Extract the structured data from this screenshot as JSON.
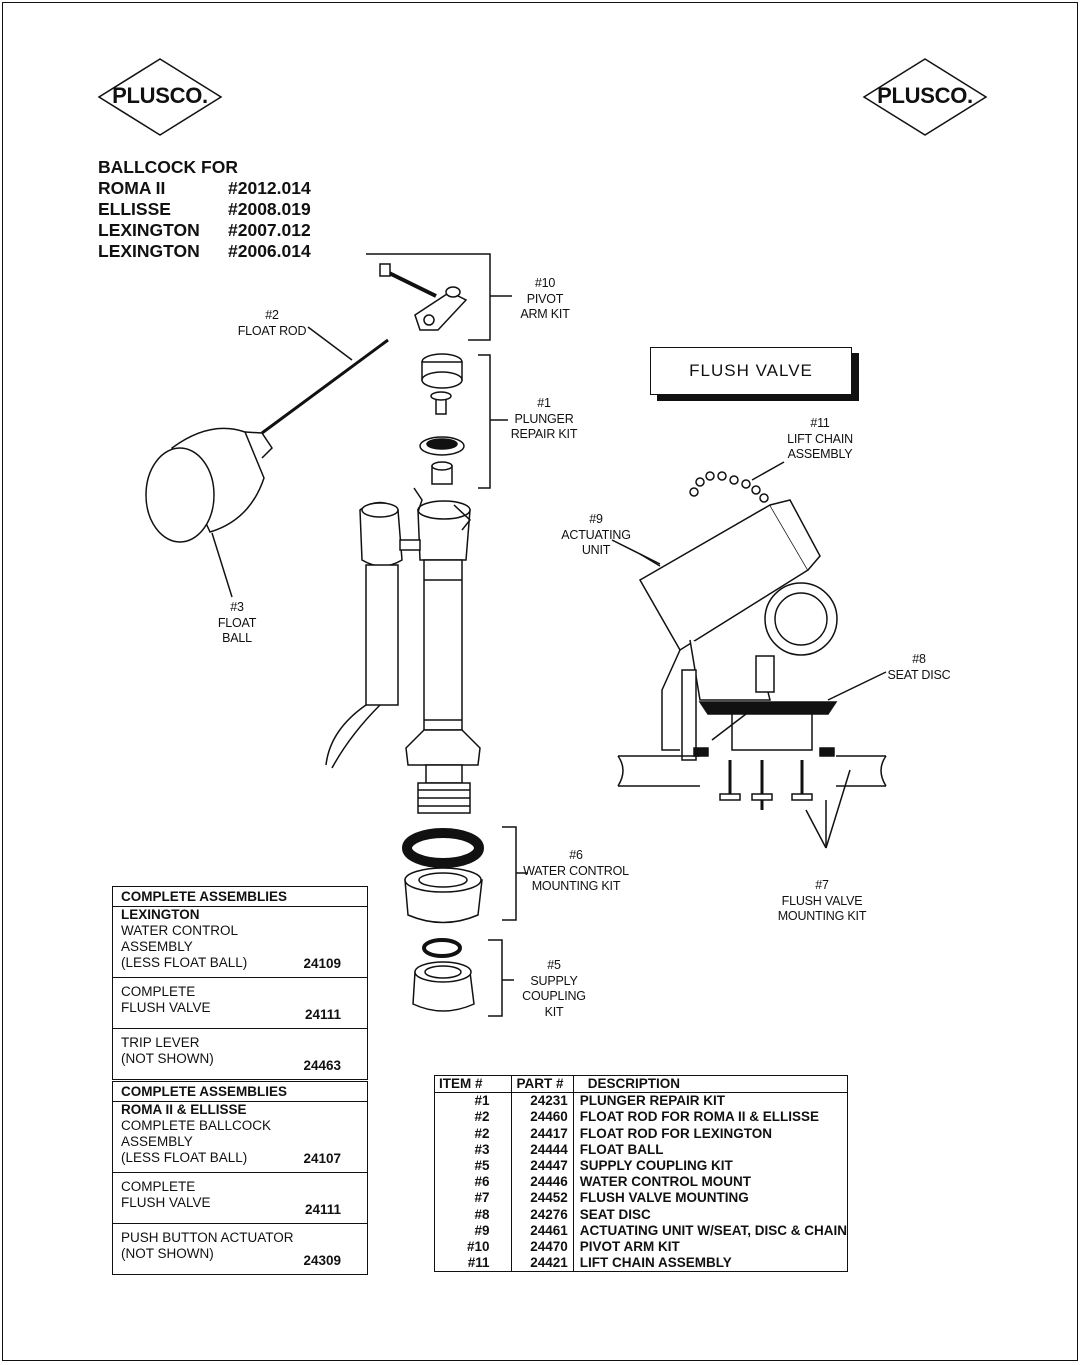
{
  "brand": {
    "logo_left": "PLUSCO.",
    "logo_right": "PLUSCO."
  },
  "title": {
    "heading": "BALLCOCK FOR",
    "models": [
      {
        "name": "ROMA II",
        "number": "#2012.014"
      },
      {
        "name": "ELLISSE",
        "number": "#2008.019"
      },
      {
        "name": "LEXINGTON",
        "number": "#2007.012"
      },
      {
        "name": "LEXINGTON",
        "number": "#2006.014"
      }
    ]
  },
  "flush_valve_label": "FLUSH VALVE",
  "callouts": {
    "c10": [
      "#10",
      "PIVOT",
      "ARM KIT"
    ],
    "c2": [
      "#2",
      "FLOAT ROD"
    ],
    "c1": [
      "#1",
      "PLUNGER",
      "REPAIR KIT"
    ],
    "c3": [
      "#3",
      "FLOAT",
      "BALL"
    ],
    "c11": [
      "#11",
      "LIFT CHAIN",
      "ASSEMBLY"
    ],
    "c9": [
      "#9",
      "ACTUATING",
      "UNIT"
    ],
    "c8": [
      "#8",
      "SEAT DISC"
    ],
    "c6": [
      "#6",
      "WATER CONTROL",
      "MOUNTING KIT"
    ],
    "c7": [
      "#7",
      "FLUSH VALVE",
      "MOUNTING KIT"
    ],
    "c5": [
      "#5",
      "SUPPLY",
      "COUPLING",
      "KIT"
    ]
  },
  "assemblies_lexington": {
    "header": "COMPLETE ASSEMBLIES",
    "sections": [
      {
        "subheader": "LEXINGTON",
        "lines": [
          "WATER CONTROL",
          "ASSEMBLY",
          "(LESS FLOAT BALL)"
        ],
        "part": "24109"
      },
      {
        "subheader": "",
        "lines": [
          "COMPLETE",
          "FLUSH VALVE"
        ],
        "part": "24111"
      },
      {
        "subheader": "",
        "lines": [
          "TRIP LEVER",
          "(NOT SHOWN)"
        ],
        "part": "24463"
      }
    ]
  },
  "assemblies_roma": {
    "header": "COMPLETE ASSEMBLIES",
    "sections": [
      {
        "subheader": "ROMA II & ELLISSE",
        "lines": [
          "COMPLETE BALLCOCK",
          "ASSEMBLY",
          "(LESS FLOAT BALL)"
        ],
        "part": "24107"
      },
      {
        "subheader": "",
        "lines": [
          "COMPLETE",
          "FLUSH VALVE"
        ],
        "part": "24111"
      },
      {
        "subheader": "",
        "lines": [
          "PUSH BUTTON ACTUATOR",
          "(NOT SHOWN)"
        ],
        "part": "24309"
      }
    ]
  },
  "parts_table": {
    "headers": [
      "ITEM #",
      "PART #",
      "DESCRIPTION"
    ],
    "rows": [
      [
        "#1",
        "24231",
        "PLUNGER REPAIR KIT"
      ],
      [
        "#2",
        "24460",
        "FLOAT ROD FOR ROMA II & ELLISSE"
      ],
      [
        "#2",
        "24417",
        "FLOAT ROD FOR LEXINGTON"
      ],
      [
        "#3",
        "24444",
        "FLOAT BALL"
      ],
      [
        "#5",
        "24447",
        "SUPPLY COUPLING KIT"
      ],
      [
        "#6",
        "24446",
        "WATER CONTROL MOUNT"
      ],
      [
        "#7",
        "24452",
        "FLUSH VALVE MOUNTING"
      ],
      [
        "#8",
        "24276",
        "SEAT DISC"
      ],
      [
        "#9",
        "24461",
        "ACTUATING UNIT W/SEAT, DISC & CHAIN"
      ],
      [
        "#10",
        "24470",
        "PIVOT ARM KIT"
      ],
      [
        "#11",
        "24421",
        "LIFT CHAIN ASSEMBLY"
      ]
    ]
  }
}
